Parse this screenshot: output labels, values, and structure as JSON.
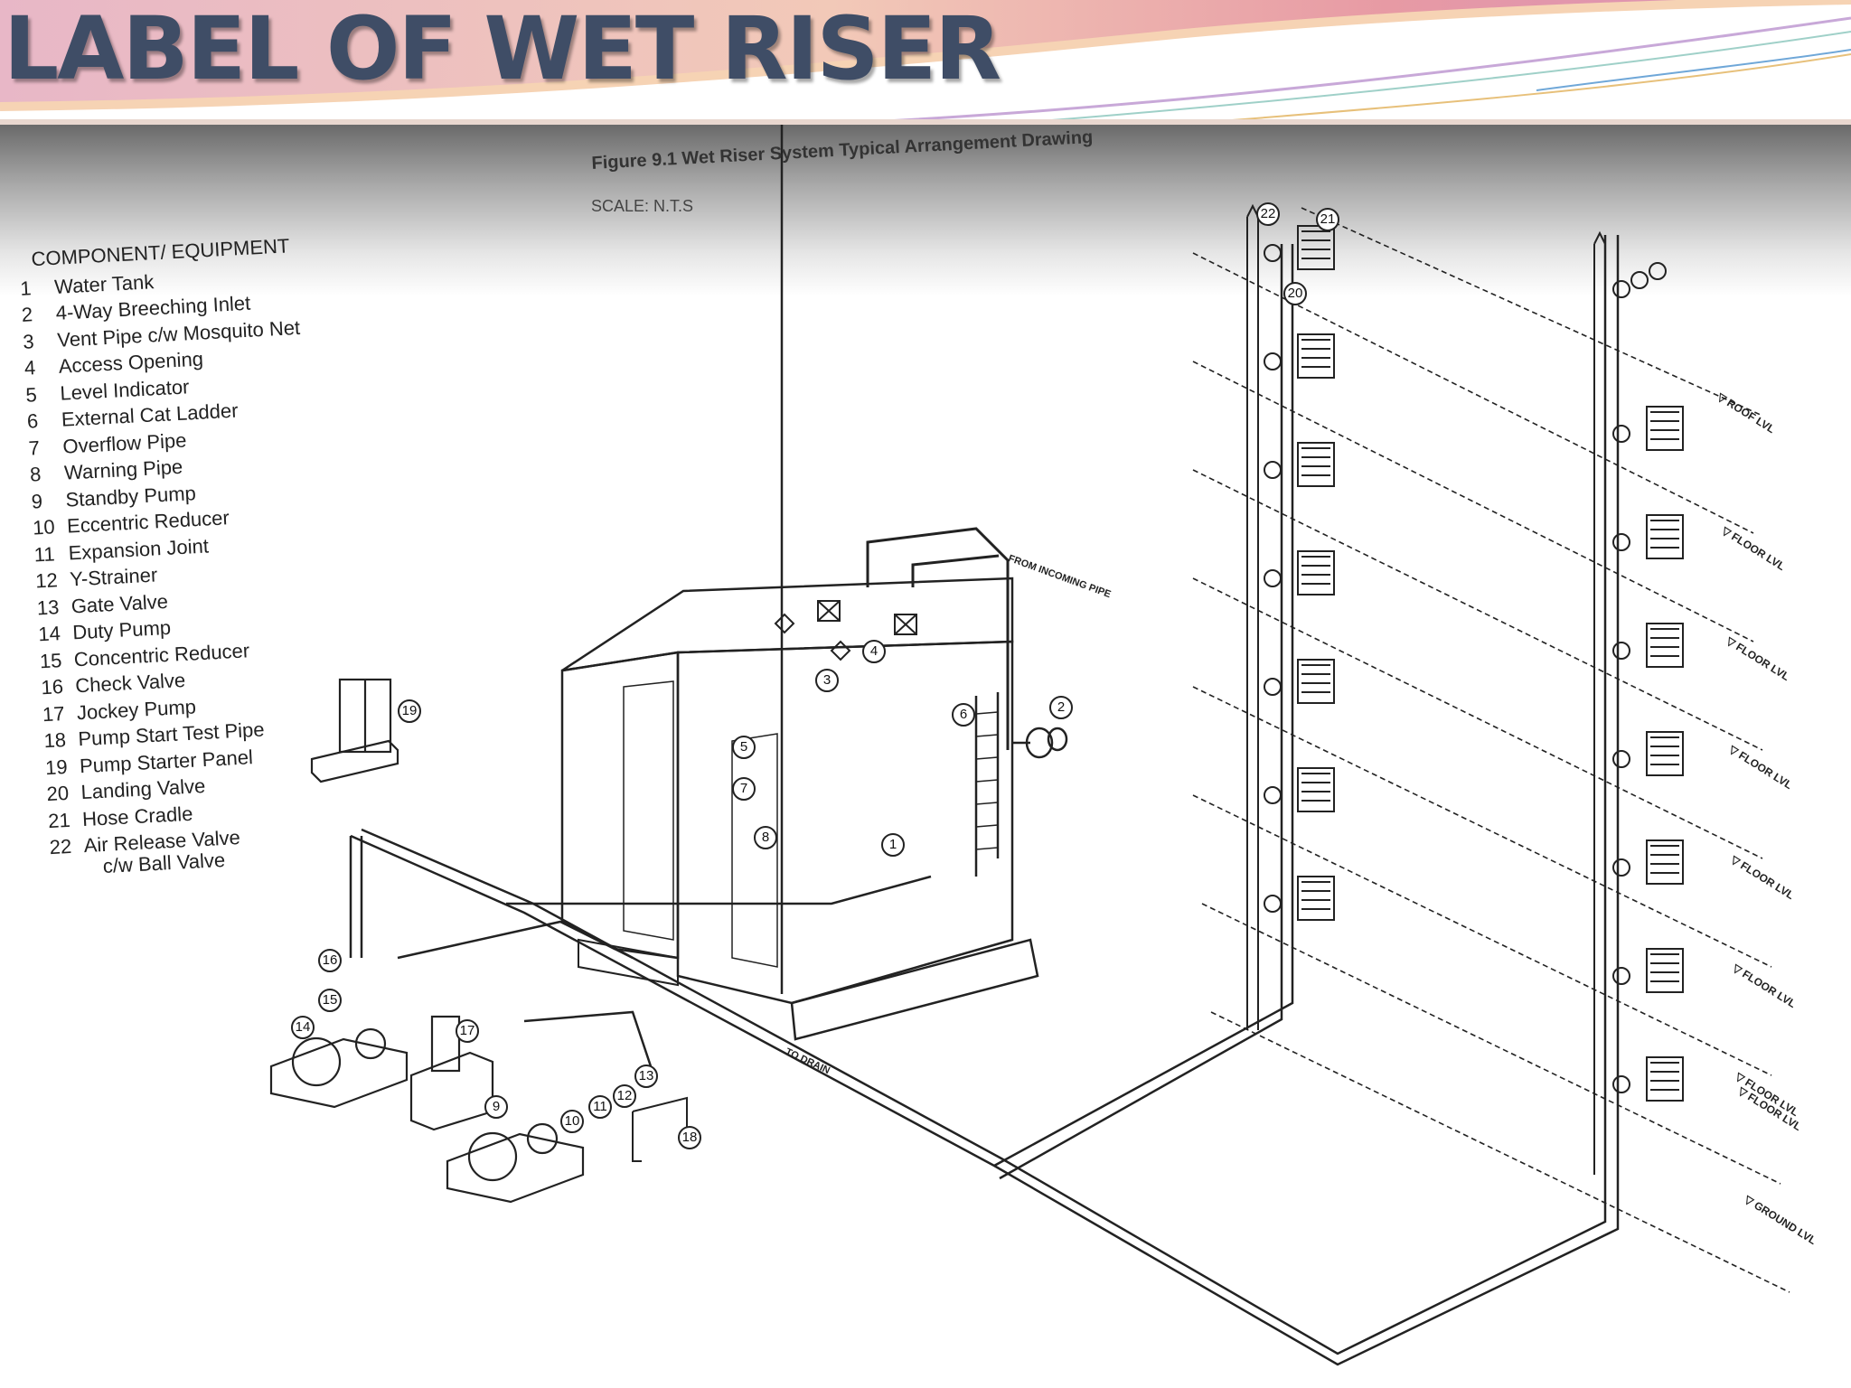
{
  "slide": {
    "title": "LABEL OF WET RISER"
  },
  "figure": {
    "caption": "Figure 9.1 Wet Riser System Typical Arrangement Drawing",
    "scale": "SCALE: N.T.S"
  },
  "legend": {
    "heading": "COMPONENT/ EQUIPMENT",
    "items": [
      {
        "num": "1",
        "label": "Water Tank"
      },
      {
        "num": "2",
        "label": "4-Way Breeching Inlet"
      },
      {
        "num": "3",
        "label": "Vent Pipe c/w Mosquito Net"
      },
      {
        "num": "4",
        "label": "Access Opening"
      },
      {
        "num": "5",
        "label": "Level Indicator"
      },
      {
        "num": "6",
        "label": "External Cat Ladder"
      },
      {
        "num": "7",
        "label": "Overflow Pipe"
      },
      {
        "num": "8",
        "label": "Warning Pipe"
      },
      {
        "num": "9",
        "label": "Standby Pump"
      },
      {
        "num": "10",
        "label": "Eccentric Reducer"
      },
      {
        "num": "11",
        "label": "Expansion Joint"
      },
      {
        "num": "12",
        "label": "Y-Strainer"
      },
      {
        "num": "13",
        "label": "Gate Valve"
      },
      {
        "num": "14",
        "label": "Duty Pump"
      },
      {
        "num": "15",
        "label": "Concentric Reducer"
      },
      {
        "num": "16",
        "label": "Check Valve"
      },
      {
        "num": "17",
        "label": "Jockey Pump"
      },
      {
        "num": "18",
        "label": "Pump Start Test Pipe"
      },
      {
        "num": "19",
        "label": "Pump Starter Panel"
      },
      {
        "num": "20",
        "label": "Landing Valve"
      },
      {
        "num": "21",
        "label": "Hose Cradle"
      },
      {
        "num": "22",
        "label": "Air Release Valve"
      }
    ],
    "item22_continued": "c/w Ball Valve"
  },
  "callouts": [
    "1",
    "2",
    "3",
    "4",
    "5",
    "6",
    "7",
    "8",
    "9",
    "10",
    "11",
    "12",
    "13",
    "14",
    "15",
    "16",
    "17",
    "18",
    "19",
    "20",
    "21",
    "22"
  ],
  "floor_levels": [
    "▽ ROOF LVL",
    "▽ FLOOR LVL",
    "▽ FLOOR LVL",
    "▽ FLOOR LVL",
    "▽ FLOOR LVL",
    "▽ FLOOR LVL",
    "▽ FLOOR LVL",
    "▽ FLOOR LVL",
    "▽ GROUND LVL"
  ],
  "pipe_notes": [
    "FROM INCOMING PIPE",
    "TO DRAIN"
  ],
  "colors": {
    "title": "#3f4d66",
    "line": "#222222"
  }
}
